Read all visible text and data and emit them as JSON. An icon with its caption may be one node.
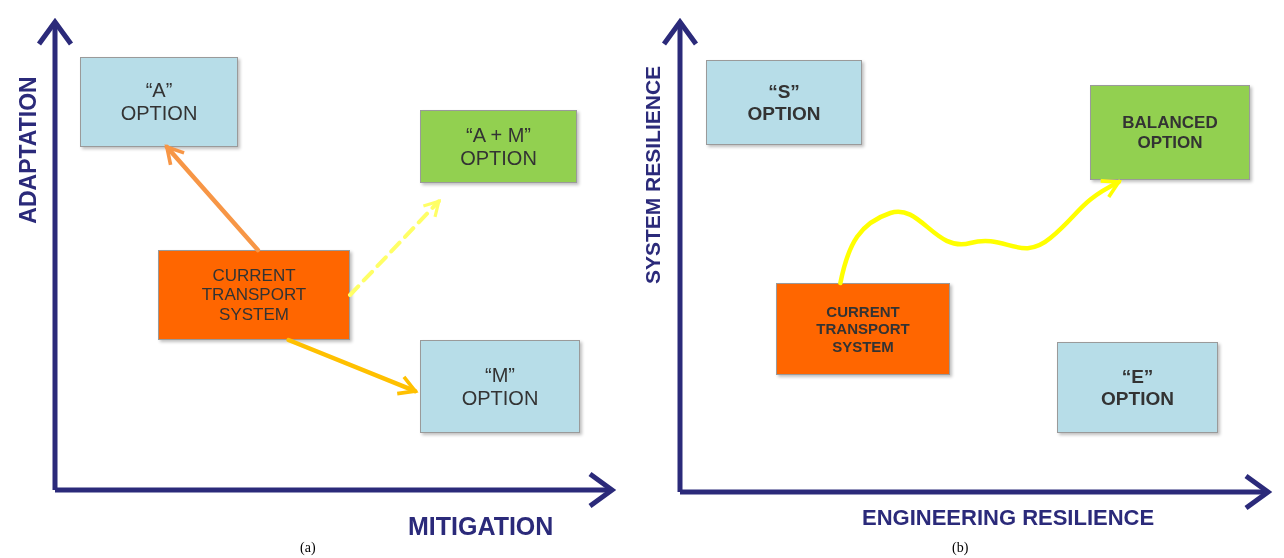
{
  "diagram": {
    "nodes": [
      {
        "text": [
          "“A” OPTION"
        ]
      },
      {
        "text": [
          "“A + M” OPTION"
        ]
      },
      {
        "text": [
          "CURRENT TRANSPORT SYSTEM"
        ]
      },
      {
        "text": [
          "“M” OPTION"
        ]
      },
      {
        "text": [
          "“S” OPTION"
        ]
      },
      {
        "text": [
          "BALANCED OPTION"
        ]
      },
      {
        "text": [
          "CURRENT TRANSPORT SYSTEM"
        ]
      },
      {
        "text": [
          "“E” OPTION"
        ]
      }
    ],
    "edges": [
      {
        "from": 2,
        "to": 0,
        "arrow": "to",
        "color": "#f79646"
      },
      {
        "from": 2,
        "to": 1,
        "arrow": "to",
        "style": "dashed",
        "color": "#ffff66"
      },
      {
        "from": 2,
        "to": 3,
        "arrow": "to",
        "color": "#ffc000"
      },
      {
        "from": 6,
        "to": 5,
        "arrow": "to",
        "color": "#ffff00"
      }
    ],
    "labels": [
      "ADAPTATION",
      "MITIGATION",
      "(a)",
      "SYSTEM RESILIENCE",
      "ENGINEERING RESILIENCE",
      "(b)"
    ]
  }
}
